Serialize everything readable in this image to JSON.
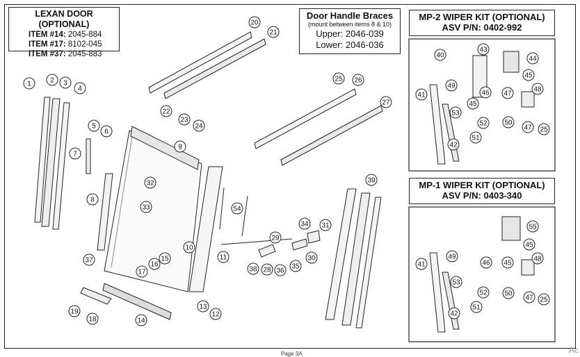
{
  "lexan_box": {
    "title": "LEXAN DOOR (OPTIONAL)",
    "items": [
      {
        "label": "ITEM #14:",
        "value": "2045-884"
      },
      {
        "label": "ITEM #17:",
        "value": "8102-045"
      },
      {
        "label": "ITEM #37:",
        "value": "2045-883"
      }
    ]
  },
  "brace_box": {
    "title": "Door Handle Braces",
    "note": "(mount between items 8 & 10)",
    "upper_label": "Upper:",
    "upper_value": "2046-039",
    "lower_label": "Lower:",
    "lower_value": "2046-036"
  },
  "mp2_box": {
    "title": "MP-2 WIPER KIT (OPTIONAL)",
    "pn": "ASV P/N: 0402-992"
  },
  "mp1_box": {
    "title": "MP-1 WIPER KIT (OPTIONAL)",
    "pn": "ASV P/N: 0403-340"
  },
  "callouts_main": [
    "1",
    "2",
    "3",
    "4",
    "5",
    "6",
    "7",
    "8",
    "9",
    "10",
    "11",
    "12",
    "13",
    "14",
    "15",
    "16",
    "17",
    "18",
    "19",
    "20",
    "21",
    "22",
    "23",
    "24",
    "25",
    "26",
    "27",
    "28",
    "29",
    "30",
    "31",
    "32",
    "33",
    "34",
    "35",
    "36",
    "37",
    "38",
    "39",
    "54"
  ],
  "callouts_mp2": [
    "40",
    "41",
    "42",
    "43",
    "44",
    "45",
    "46",
    "47",
    "48",
    "49",
    "25",
    "45",
    "47",
    "50",
    "51",
    "52",
    "53"
  ],
  "callouts_mp1": [
    "55",
    "41",
    "42",
    "45",
    "46",
    "45",
    "47",
    "48",
    "49",
    "25",
    "50",
    "51",
    "52",
    "53"
  ],
  "footer": {
    "page": "Page 3A",
    "corner": "Ac"
  }
}
